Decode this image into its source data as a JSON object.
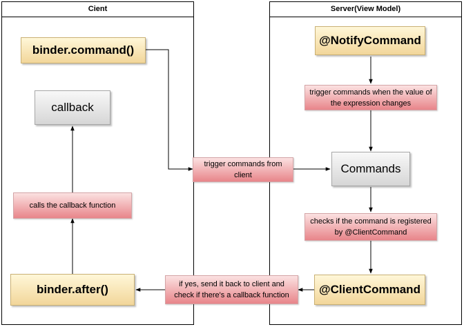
{
  "lanes": {
    "client": {
      "title": "Cient"
    },
    "server": {
      "title": "Server(View Model)"
    }
  },
  "nodes": {
    "binder_command": "binder.command()",
    "callback": "callback",
    "calls_callback": "calls the callback function",
    "binder_after": "binder.after()",
    "notify_command": "@NotifyCommand",
    "trigger_when_changes": "trigger commands when the value of the expression changes",
    "commands": "Commands",
    "checks_registered": "checks if the command is registered by @ClientCommand",
    "client_command": "@ClientCommand",
    "trigger_from_client": "trigger  commands from client",
    "send_back": "if yes, send it back to client and check if there's a callback function"
  }
}
